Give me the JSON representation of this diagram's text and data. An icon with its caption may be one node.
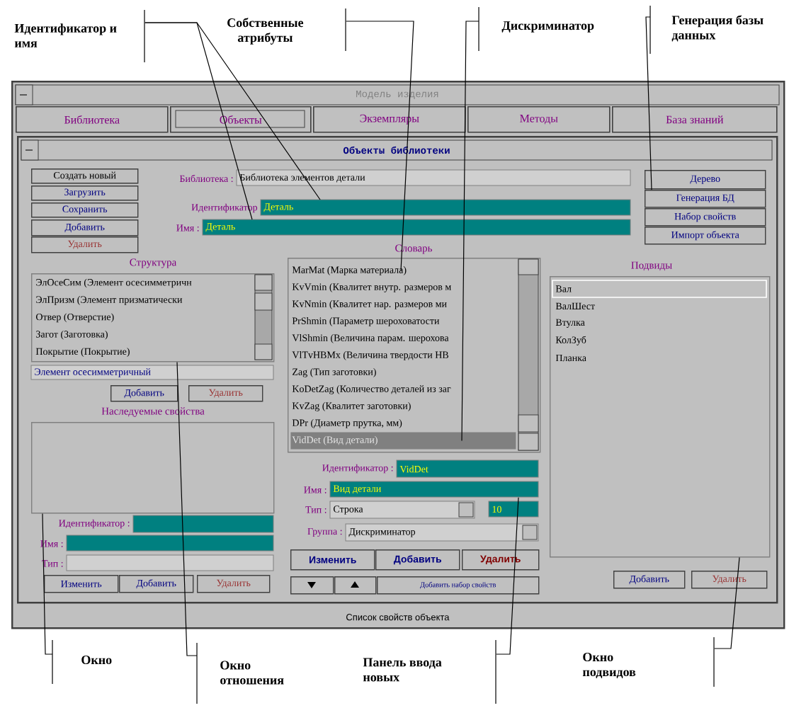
{
  "diagram": {
    "nodes": [
      {
        "text": [
          "Идентификатор и имя"
        ]
      },
      {
        "text": [
          "Собственные атрибуты"
        ]
      },
      {
        "text": [
          "Дискриминатор"
        ]
      },
      {
        "text": [
          "Генерация базы данных"
        ]
      },
      {
        "text": [
          "Окно"
        ]
      },
      {
        "text": [
          "Окно отношения"
        ]
      },
      {
        "text": [
          "Панель ввода новых"
        ]
      },
      {
        "text": [
          "Окно подвидов"
        ]
      },
      {
        "text": [
          "Модель изделия"
        ]
      },
      {
        "text": [
          "Библиотека"
        ],
        "in": 8
      },
      {
        "text": [
          "Объекты"
        ],
        "in": 8
      },
      {
        "text": [
          "Экземпляры"
        ],
        "in": 8
      },
      {
        "text": [
          "Методы"
        ],
        "in": 8
      },
      {
        "text": [
          "База знаний"
        ],
        "in": 8
      },
      {
        "text": [
          "Объекты библиотеки"
        ],
        "in": 8
      },
      {
        "text": [
          "Создать новый"
        ],
        "in": 14
      },
      {
        "text": [
          "Загрузить"
        ],
        "in": 14
      },
      {
        "text": [
          "Сохранить"
        ],
        "in": 14
      },
      {
        "text": [
          "Добавить"
        ],
        "in": 14
      },
      {
        "text": [
          "Удалить"
        ],
        "in": 14
      },
      {
        "text": [
          "Библиотека :",
          "Библиотека элементов детали"
        ],
        "in": 14
      },
      {
        "text": [
          "Идентификатор",
          "Деталь"
        ],
        "in": 14
      },
      {
        "text": [
          "Имя :",
          "Деталь"
        ],
        "in": 14
      },
      {
        "text": [
          "Дерево"
        ],
        "in": 14
      },
      {
        "text": [
          "Генерация БД"
        ],
        "in": 14
      },
      {
        "text": [
          "Набор свойств"
        ],
        "in": 14
      },
      {
        "text": [
          "Импорт объекта"
        ],
        "in": 14
      },
      {
        "text": [
          "Структура",
          "ЭлОсеСим (Элемент осесимметричн",
          "ЭлПризм (Элемент призматически",
          "Отвер (Отверстие)",
          "Загот (Заготовка)",
          "Покрытие (Покрытие)"
        ],
        "in": 14
      },
      {
        "text": [
          "Элемент осесимметричный"
        ],
        "in": 14
      },
      {
        "text": [
          "Добавить"
        ],
        "in": 14
      },
      {
        "text": [
          "Удалить"
        ],
        "in": 14
      },
      {
        "text": [
          "Наследуемые свойства"
        ],
        "in": 14
      },
      {
        "text": [
          "Идентификатор :"
        ],
        "in": 14
      },
      {
        "text": [
          "Имя :"
        ],
        "in": 14
      },
      {
        "text": [
          "Тип :"
        ],
        "in": 14
      },
      {
        "text": [
          "Изменить"
        ],
        "in": 14
      },
      {
        "text": [
          "Добавить"
        ],
        "in": 14
      },
      {
        "text": [
          "Удалить"
        ],
        "in": 14
      },
      {
        "text": [
          "Словарь"
        ],
        "in": 14
      },
      {
        "text": [
          "MarMat (Марка материала)"
        ],
        "in": 38
      },
      {
        "text": [
          "KvVmin (Квалитет внутр. размеров м"
        ],
        "in": 38
      },
      {
        "text": [
          "KvNmin (Квалитет нар. размеров ми"
        ],
        "in": 38
      },
      {
        "text": [
          "PrShmin (Параметр шероховатости"
        ],
        "in": 38
      },
      {
        "text": [
          "VlShmin (Величина парам. шерохова"
        ],
        "in": 38
      },
      {
        "text": [
          "VlTvHBMx (Величина твердости НВ"
        ],
        "in": 38
      },
      {
        "text": [
          "Zag (Тип заготовки)"
        ],
        "in": 38
      },
      {
        "text": [
          "KoDetZag (Количество деталей из заг"
        ],
        "in": 38
      },
      {
        "text": [
          "KvZag (Квалитет заготовки)"
        ],
        "in": 38
      },
      {
        "text": [
          "DPr (Диаметр прутка, мм)"
        ],
        "in": 38
      },
      {
        "text": [
          "VidDet (Вид детали)"
        ],
        "in": 38
      },
      {
        "text": [
          "Идентификатор :",
          "VidDet"
        ],
        "in": 14
      },
      {
        "text": [
          "Имя :",
          "Вид детали"
        ],
        "in": 14
      },
      {
        "text": [
          "Тип :",
          "Строка"
        ],
        "in": 14
      },
      {
        "text": [
          "10"
        ],
        "in": 14
      },
      {
        "text": [
          "Группа :",
          "Дискриминатор"
        ],
        "in": 14
      },
      {
        "text": [
          "Изменить"
        ],
        "in": 14
      },
      {
        "text": [
          "Добавить"
        ],
        "in": 14
      },
      {
        "text": [
          "Удалить"
        ],
        "in": 14
      },
      {
        "text": [],
        "shape": "box",
        "in": 14
      },
      {
        "text": [],
        "shape": "box",
        "in": 14
      },
      {
        "text": [
          "Добавить набор свойств"
        ],
        "in": 14
      },
      {
        "text": [
          "Подвиды",
          "Вал",
          "ВалШест",
          "Втулка",
          "КолЗуб",
          "Планка"
        ],
        "in": 14
      },
      {
        "text": [
          "Добавить"
        ],
        "in": 14
      },
      {
        "text": [
          "Удалить"
        ],
        "in": 14
      },
      {
        "text": [
          "Список свойств объекта"
        ],
        "in": 8
      }
    ],
    "edges": [
      {
        "from": 0,
        "to": 22,
        "arrow": "none"
      },
      {
        "from": 0,
        "to": 21,
        "arrow": "none"
      },
      {
        "from": 1,
        "to": 39,
        "arrow": "none"
      },
      {
        "from": 2,
        "to": 49,
        "arrow": "none"
      },
      {
        "from": 3,
        "to": 24,
        "arrow": "none"
      },
      {
        "from": 4,
        "to": 31,
        "arrow": "none"
      },
      {
        "from": 5,
        "to": 27,
        "arrow": "none"
      },
      {
        "from": 6,
        "to": 51,
        "arrow": "none"
      },
      {
        "from": 7,
        "to": 61,
        "arrow": "none"
      }
    ]
  }
}
